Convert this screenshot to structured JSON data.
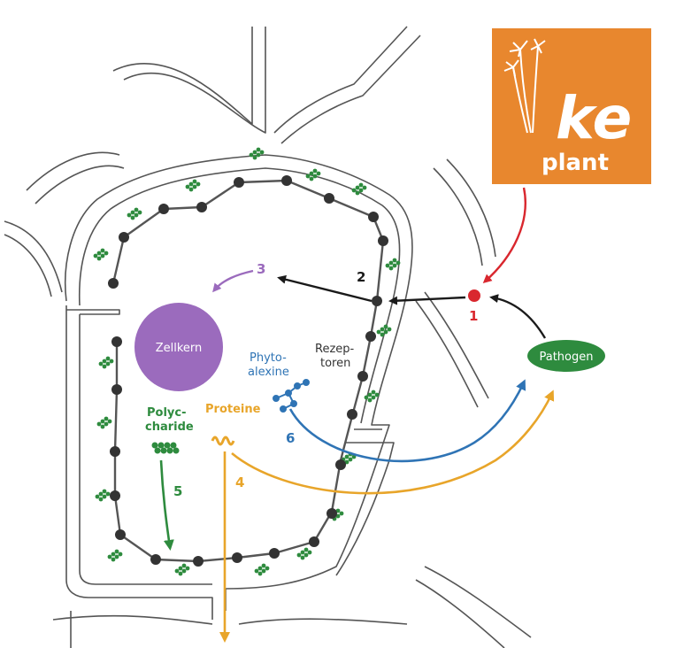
{
  "colors": {
    "red": "#d9272e",
    "black": "#1a1a1a",
    "purple": "#9b6bbd",
    "blue": "#2f74b5",
    "yellow": "#e8a52a",
    "green": "#2e8b3e",
    "orange": "#e8872e",
    "wall": "#555555"
  },
  "logo": {
    "text": "ke",
    "subtext": "plant"
  },
  "nucleus": {
    "label": "Zellkern"
  },
  "receptors": {
    "line1": "Rezep-",
    "line2": "toren"
  },
  "phytoalexine": {
    "line1": "Phyto-",
    "line2": "alexine"
  },
  "polysaccharide": {
    "line1": "Polyc-",
    "line2": "charide"
  },
  "proteins": {
    "label": "Proteine"
  },
  "pathogen": {
    "label": "Pathogen"
  },
  "steps": {
    "s1": "1",
    "s2": "2",
    "s3": "3",
    "s4": "4",
    "s5": "5",
    "s6": "6"
  }
}
